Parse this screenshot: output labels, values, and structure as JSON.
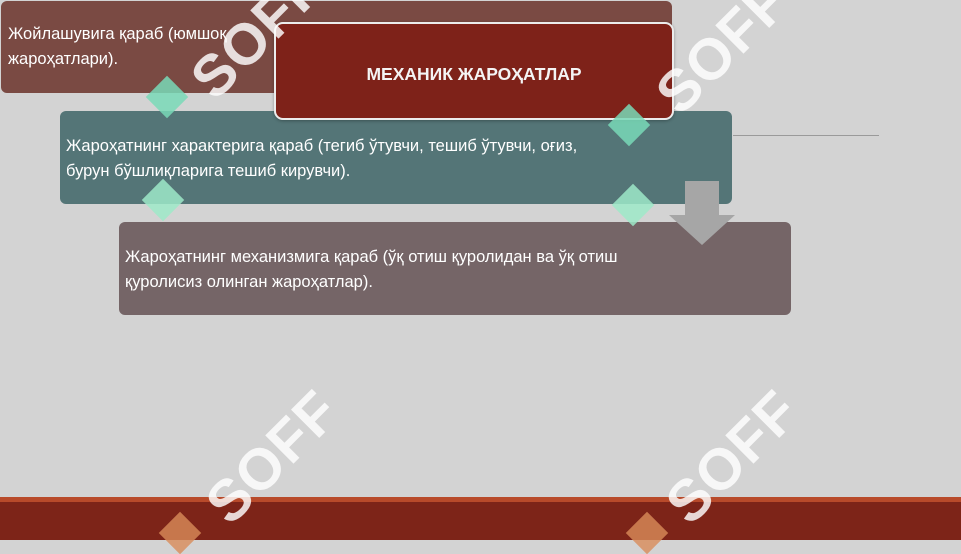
{
  "title": "МЕХАНИК ЖАРОҲАТЛАР",
  "boxes": [
    {
      "text": "Жойлашувига қараб (юмшоқ тўқима, суяк, ички аъзолар, бош, қўл, оёқ жароҳатлари).",
      "visible_text_line1": "Жойлашувига қараб (юмшоқ",
      "visible_text_line2": "жароҳатлари).",
      "color": "#7a4a43"
    },
    {
      "text": "Жароҳатнинг характерига қараб (тегиб ўтувчи, тешиб ўтувчи, оғиз, бурун бўшлиқларига тешиб кирувчи).",
      "line1": "Жароҳатнинг характерига қараб (тегиб ўтувчи, тешиб ўтувчи, оғиз,",
      "line2": "бурун бўшлиқларига тешиб кирувчи).",
      "color": "#547577"
    },
    {
      "line1": "Жароҳатнинг механизмига  қараб (ўқ отиш қуролидан ва ўқ отиш",
      "line2": "қуролисиз олинган жароҳатлар).",
      "color": "#756567"
    }
  ],
  "title_color": "#7e2219",
  "footer_color": "#7d2418",
  "watermark_text": "SOFF",
  "icons": {
    "arrow": "down-arrow-icon"
  }
}
